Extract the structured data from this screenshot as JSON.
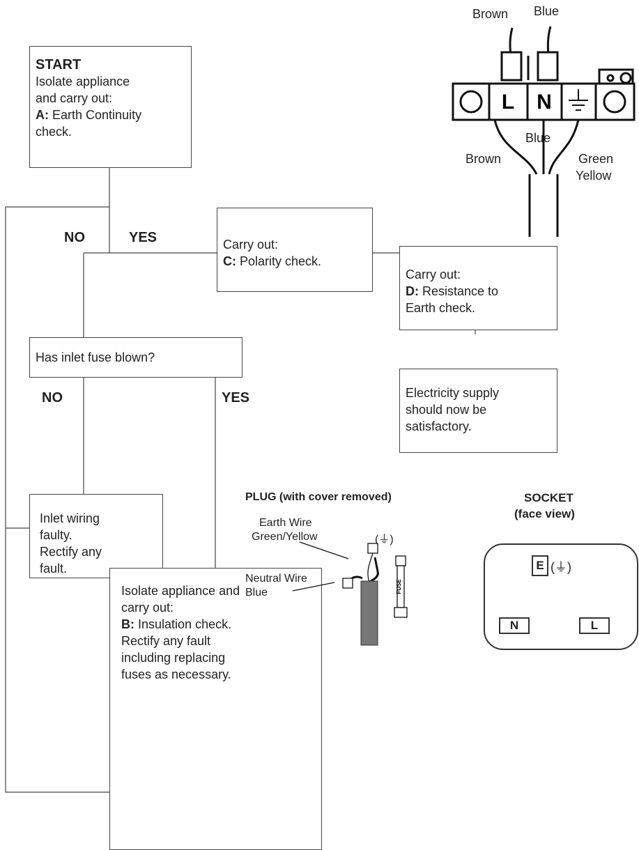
{
  "start_box": {
    "heading": "START",
    "line1": "Isolate appliance",
    "line2": "and carry out:",
    "step_letter": "A:",
    "step_text": "Earth Continuity",
    "line4": "check."
  },
  "polarity_box": {
    "line1": "Carry out:",
    "step_letter": "C:",
    "step_text": "Polarity check."
  },
  "resistance_box": {
    "line1": "Carry out:",
    "step_letter": "D:",
    "step_text": "Resistance to",
    "line3": "Earth check."
  },
  "fuse_question_box": {
    "text": "Has inlet fuse blown?"
  },
  "satisfactory_box": {
    "line1": "Electricity supply",
    "line2": "should now be",
    "line3": "satisfactory."
  },
  "inlet_wiring_box": {
    "line1": "Inlet wiring",
    "line2": "faulty.",
    "line3": "Rectify any",
    "line4": "fault."
  },
  "insulation_box": {
    "line1": "Isolate appliance and",
    "line2": "carry out:",
    "step_letter": "B:",
    "step_text": "Insulation check.",
    "line4": "Rectify any fault",
    "line5": "including replacing",
    "line6": "fuses as necessary."
  },
  "branch_labels": {
    "no_1": "NO",
    "yes_1": "YES",
    "no_2": "NO",
    "yes_2": "YES"
  },
  "terminal_block": {
    "top_brown": "Brown",
    "top_blue": "Blue",
    "bottom_blue": "Blue",
    "bottom_brown": "Brown",
    "green": "Green",
    "yellow": "Yellow",
    "terminal_l": "L",
    "terminal_n": "N"
  },
  "plug": {
    "title": "PLUG (with cover removed)",
    "earth_line1": "Earth Wire",
    "earth_line2": "Green/Yellow",
    "neutral_line1": "Neutral Wire",
    "neutral_line2": "Blue",
    "fuse_label": "FUSE",
    "earth_symbol": "(⏚)"
  },
  "socket": {
    "title": "SOCKET",
    "subtitle": "(face view)",
    "earth_pin": "E",
    "earth_symbol": "(⏚)",
    "neutral_pin": "N",
    "live_pin": "L"
  }
}
